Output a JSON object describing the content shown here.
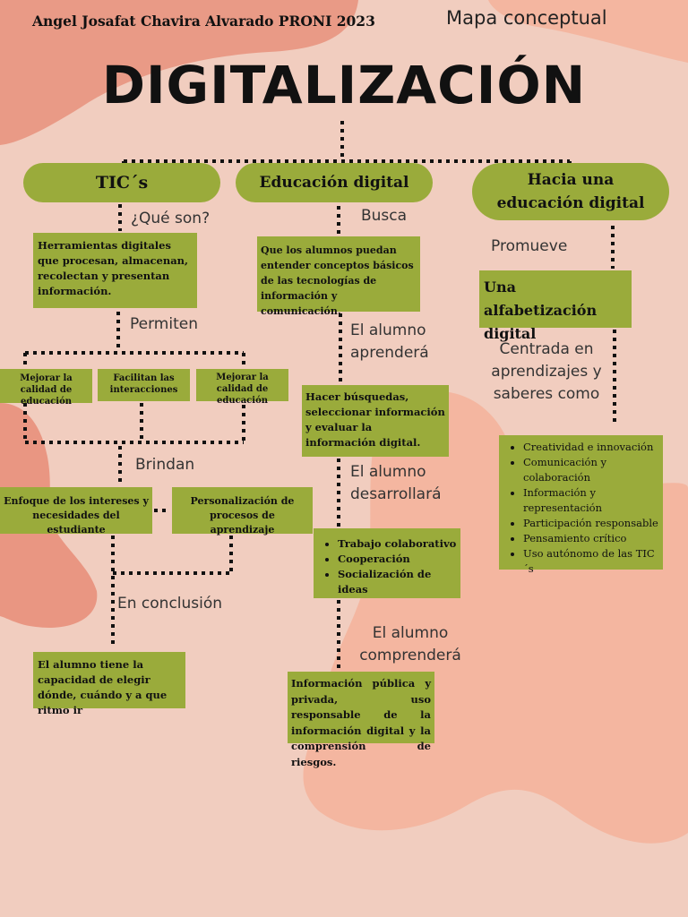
{
  "header": {
    "author": "Angel Josafat Chavira Alvarado PRONI 2023",
    "subtitle": "Mapa conceptual",
    "title": "DIGITALIZACIÓN"
  },
  "colors": {
    "background": "#f1cdbf",
    "blob_dark": "#e8907b",
    "blob_light": "#f4b49c",
    "box": "#9aab3b"
  },
  "tics": {
    "heading": "TIC´s",
    "q_label": "¿Qué son?",
    "definition": "Herramientas digitales que procesan, almacenan, recolectan y presentan información.",
    "permiten_label": "Permiten",
    "item1": "Mejorar la calidad de educación",
    "item2": "Facilitan las interacciones",
    "item3": "Mejorar la calidad de educación",
    "brindan_label": "Brindan",
    "enfoque": "Enfoque de los intereses y necesidades del estudiante",
    "personalizacion": "Personalización de procesos de aprendizaje",
    "conclusion_label": "En conclusión",
    "conclusion": "El alumno tiene la capacidad de elegir dónde, cuándo y a que ritmo ir"
  },
  "educacion": {
    "heading": "Educación digital",
    "busca_label": "Busca",
    "busca_text": "Que los alumnos puedan entender conceptos básicos de las tecnologías de información y comunicación.",
    "aprendera_label": "El alumno aprenderá",
    "aprendera_text": "Hacer búsquedas, seleccionar información y evaluar la información digital.",
    "desarrollara_label": "El alumno desarrollará",
    "desarrollara_items": [
      "Trabajo colaborativo",
      "Cooperación",
      "Socialización de ideas"
    ],
    "comprendera_label": "El alumno comprenderá",
    "comprendera_text": "Información pública y privada, uso responsable de la información digital y la comprensión de riesgos."
  },
  "hacia": {
    "heading": "Hacia una educación digital",
    "promueve_label": "Promueve",
    "alfabetizacion": "Una alfabetización digital",
    "centrada_label": "Centrada en aprendizajes y saberes como",
    "items": [
      "Creatividad e innovación",
      "Comunicación y colaboración",
      "Información y representación",
      "Participación responsable",
      "Pensamiento crítico",
      "Uso autónomo de las TIC´s"
    ]
  }
}
